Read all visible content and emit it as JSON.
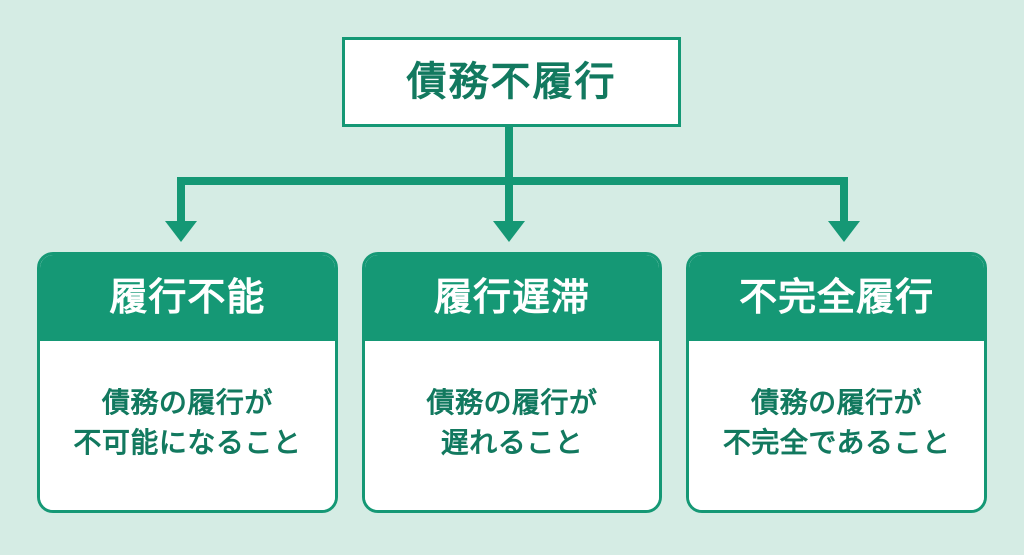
{
  "diagram": {
    "title": "債務不履行",
    "background_color": "#d5ece4",
    "accent_color": "#159875",
    "text_color": "#12795f",
    "root": {
      "label": "債務不履行"
    },
    "connector": {
      "type": "tree-branch-down",
      "arrow_icon": "arrow-down-icon",
      "count": 3
    },
    "nodes": [
      {
        "header": "履行不能",
        "body": "債務の履行が\n不可能になること"
      },
      {
        "header": "履行遅滞",
        "body": "債務の履行が\n遅れること"
      },
      {
        "header": "不完全履行",
        "body": "債務の履行が\n不完全であること"
      }
    ]
  }
}
